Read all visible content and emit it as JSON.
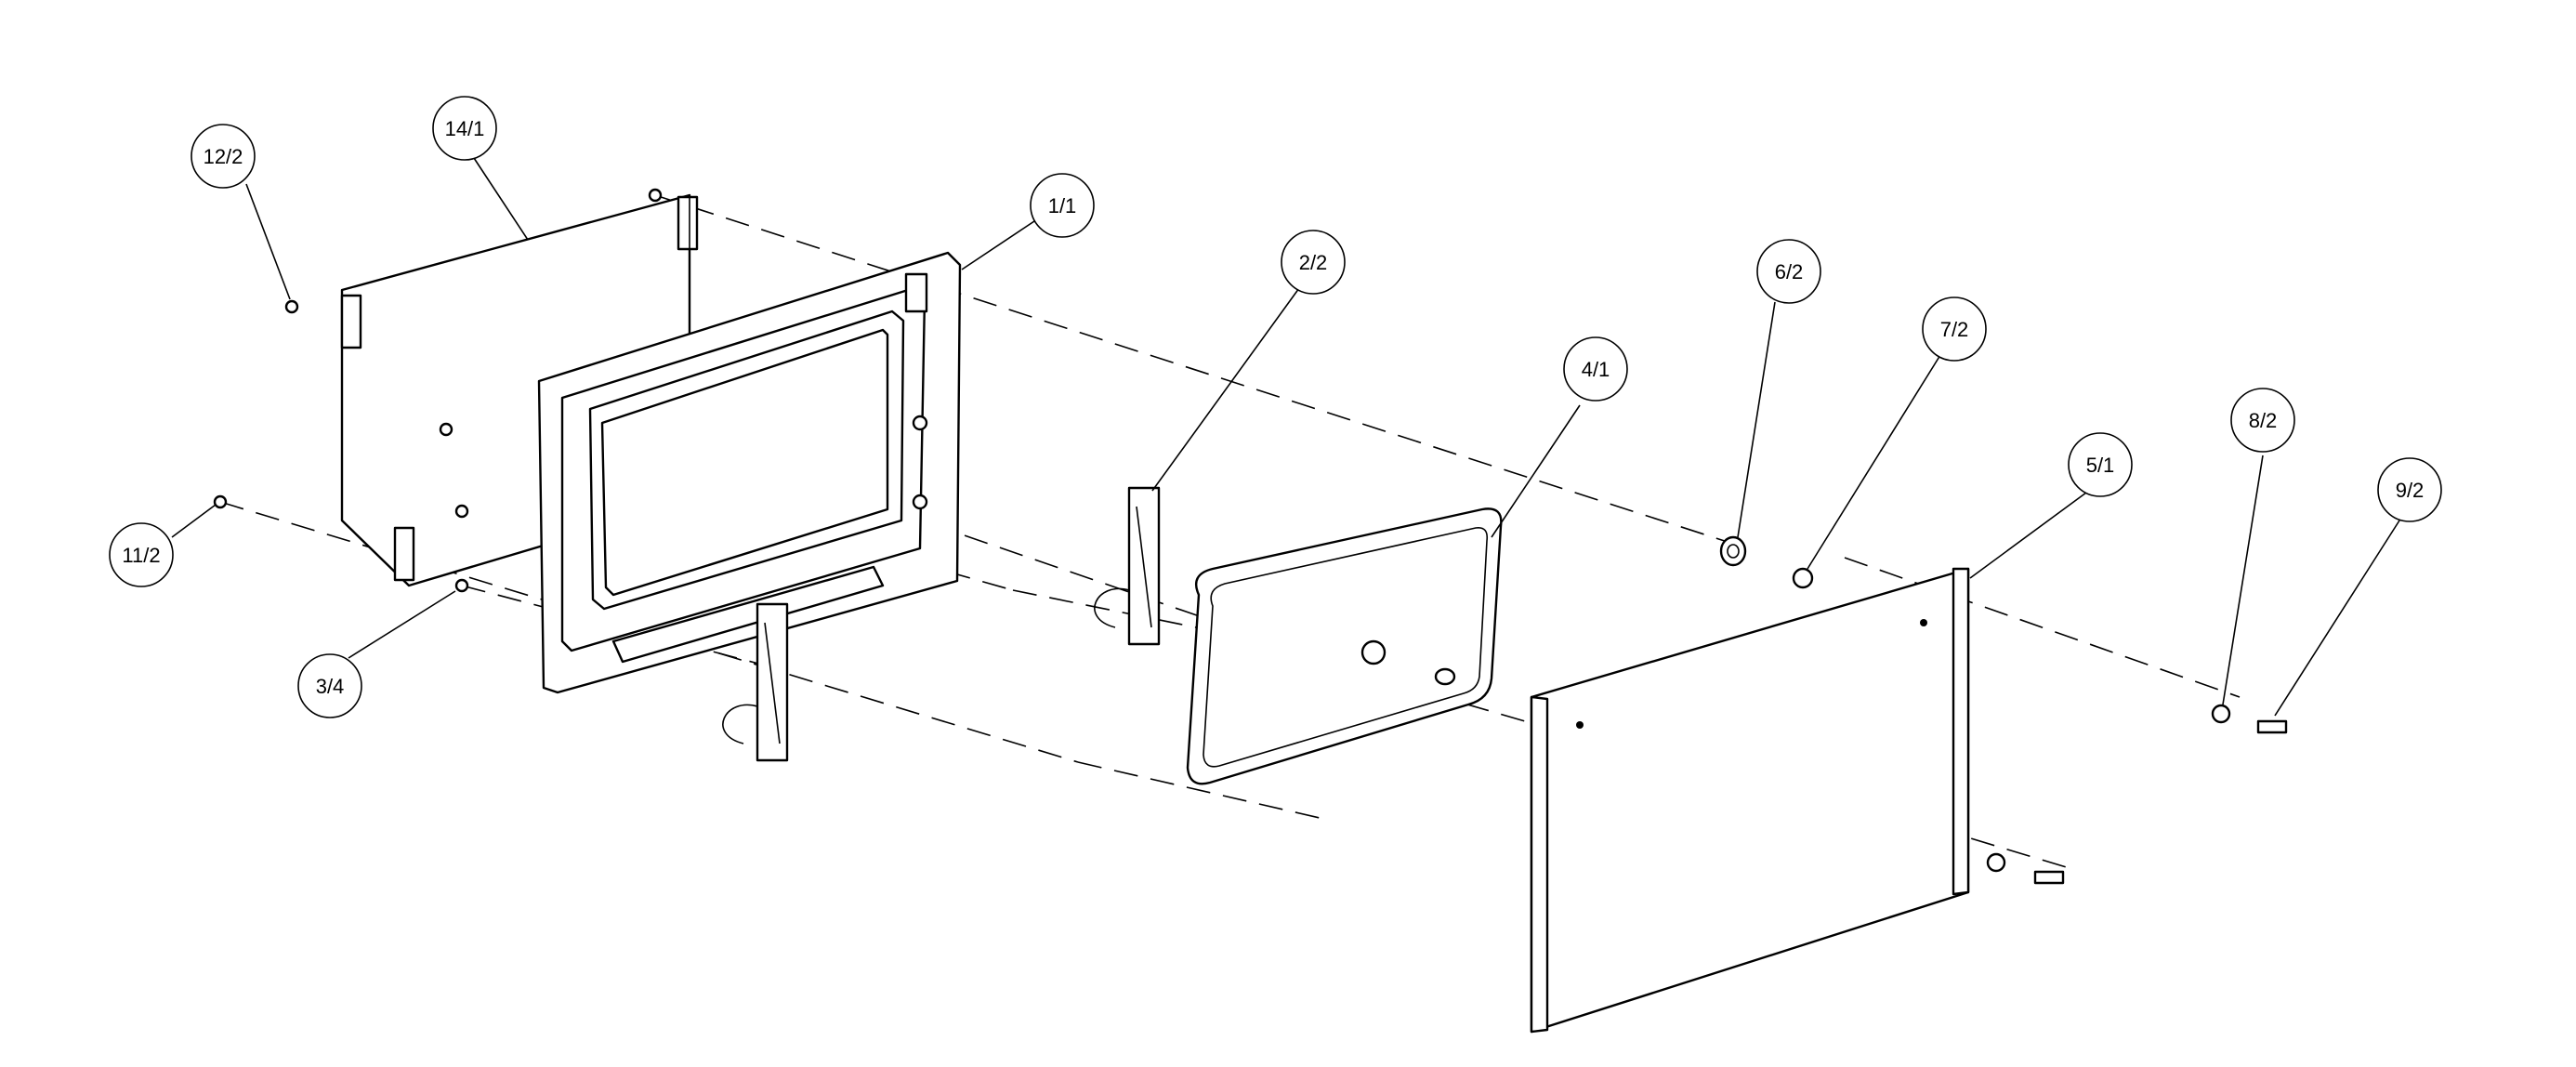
{
  "diagram": {
    "type": "exploded-parts-view",
    "callouts": [
      {
        "id": "12",
        "label": "12/2"
      },
      {
        "id": "14",
        "label": "14/1"
      },
      {
        "id": "1",
        "label": "1/1"
      },
      {
        "id": "2",
        "label": "2/2"
      },
      {
        "id": "6",
        "label": "6/2"
      },
      {
        "id": "7",
        "label": "7/2"
      },
      {
        "id": "4",
        "label": "4/1"
      },
      {
        "id": "5",
        "label": "5/1"
      },
      {
        "id": "8",
        "label": "8/2"
      },
      {
        "id": "9",
        "label": "9/2"
      },
      {
        "id": "11",
        "label": "11/2"
      },
      {
        "id": "3",
        "label": "3/4"
      }
    ]
  }
}
